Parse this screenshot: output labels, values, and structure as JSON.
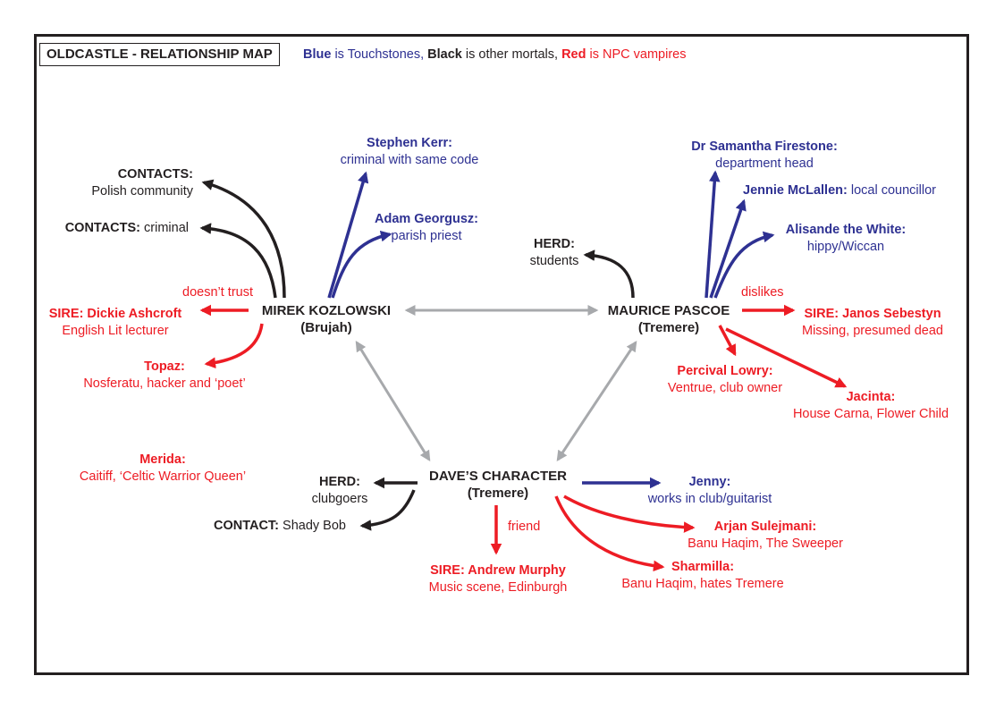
{
  "title": "OLDCASTLE - RELATIONSHIP MAP",
  "legend": {
    "blue_word": "Blue",
    "blue_text": " is Touchstones, ",
    "black_word": "Black",
    "black_text": " is other mortals, ",
    "red_word": "Red",
    "red_text": " is NPC vampires"
  },
  "colors": {
    "blue": "#2e3192",
    "black": "#231f20",
    "red": "#ed1c24",
    "grey": "#a7a9ac"
  },
  "mirek": {
    "name": "MIREK KOZLOWSKI",
    "clan": "(Brujah)"
  },
  "maurice": {
    "name": "MAURICE PASCOE",
    "clan": "(Tremere)"
  },
  "dave": {
    "name": "DAVE’S CHARACTER",
    "clan": "(Tremere)"
  },
  "mirek_links": {
    "contacts_polish_label": "CONTACTS:",
    "contacts_polish_desc": "Polish community",
    "contacts_criminal_label": "CONTACTS:",
    "contacts_criminal_desc": " criminal",
    "stephen_name": "Stephen Kerr:",
    "stephen_desc": "criminal with same code",
    "adam_name": "Adam Georgusz:",
    "adam_desc": "parish priest",
    "sire_name": "SIRE: Dickie Ashcroft",
    "sire_desc": "English Lit lecturer",
    "sire_edge": "doesn’t trust",
    "topaz_name": "Topaz:",
    "topaz_desc": "Nosferatu, hacker and ‘poet’"
  },
  "merida": {
    "name": "Merida:",
    "desc": "Caitiff, ‘Celtic Warrior Queen’"
  },
  "maurice_links": {
    "herd_label": "HERD:",
    "herd_desc": "students",
    "samantha_name": "Dr Samantha Firestone:",
    "samantha_desc": "department head",
    "jennie_name": "Jennie McLallen:",
    "jennie_desc": " local councillor",
    "alisande_name": "Alisande the White:",
    "alisande_desc": "hippy/Wiccan",
    "sire_name": "SIRE: Janos Sebestyn",
    "sire_desc": "Missing, presumed dead",
    "sire_edge": "dislikes",
    "percival_name": "Percival Lowry:",
    "percival_desc": "Ventrue, club owner",
    "jacinta_name": "Jacinta:",
    "jacinta_desc": "House Carna, Flower Child"
  },
  "dave_links": {
    "herd_label": "HERD:",
    "herd_desc": "clubgoers",
    "contact_label": "CONTACT:",
    "contact_desc": " Shady Bob",
    "jenny_name": "Jenny:",
    "jenny_desc": "works in club/guitarist",
    "arjan_name": "Arjan Sulejmani:",
    "arjan_desc": "Banu Haqim, The Sweeper",
    "sharmilla_name": "Sharmilla:",
    "sharmilla_desc": "Banu Haqim, hates Tremere",
    "sire_name": "SIRE: Andrew Murphy",
    "sire_desc": "Music scene, Edinburgh",
    "sire_edge": "friend"
  }
}
